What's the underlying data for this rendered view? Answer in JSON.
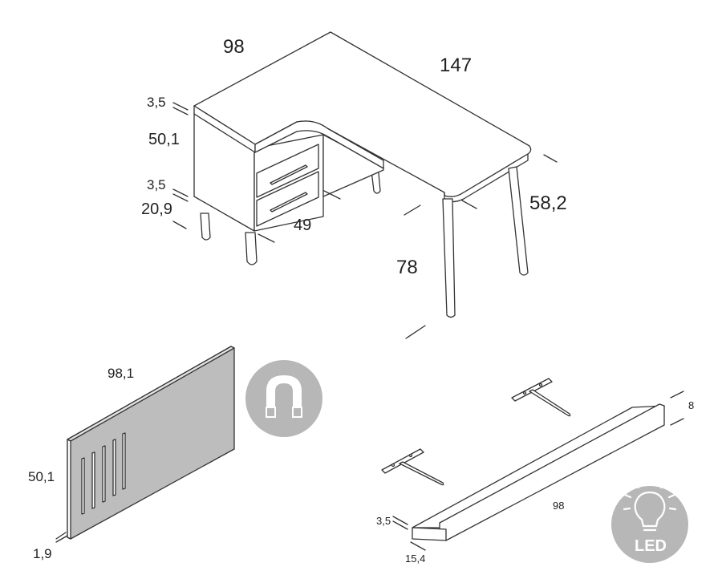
{
  "desk": {
    "depth_left": "98",
    "width_right": "147",
    "top_thickness": "3,5",
    "cabinet_height": "50,1",
    "bottom_thickness": "3,5",
    "leg_height_small": "20,9",
    "drawer_width": "49",
    "total_height": "78",
    "right_depth": "58,2"
  },
  "board": {
    "width": "98,1",
    "height": "50,1",
    "thickness": "1,9"
  },
  "shelf": {
    "height": "8",
    "length": "98",
    "thickness": "3,5",
    "depth": "15,4"
  },
  "badges": {
    "magnet_icon": "magnet-icon",
    "led_icon": "led-bulb-icon",
    "led_label": "LED"
  },
  "colors": {
    "line": "#333333",
    "panel": "#ffffff",
    "board_fill": "#bdbdbd",
    "badge_fill": "#b7b7b7"
  }
}
